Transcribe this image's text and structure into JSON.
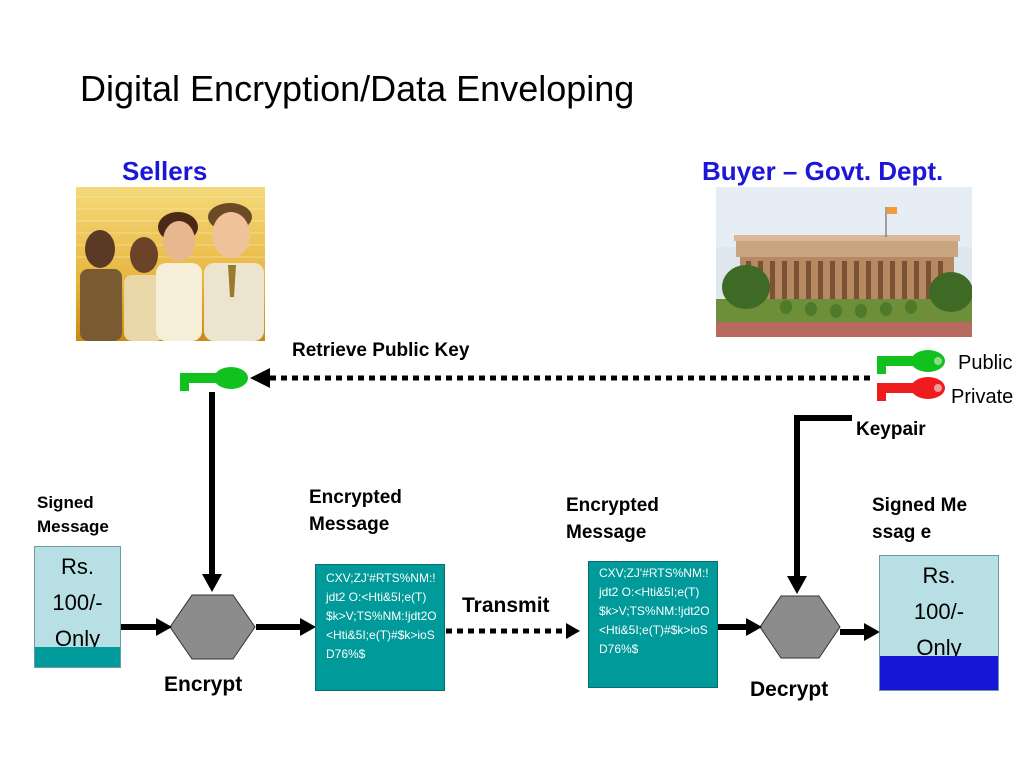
{
  "title": "Digital Encryption/Data Enveloping",
  "sellers_label": "Sellers",
  "buyer_label": "Buyer – Govt. Dept.",
  "retrieve_label": "Retrieve Public Key",
  "keypair": {
    "public_label": "Public",
    "private_label": "Private",
    "keypair_label": "Keypair",
    "public_color": "#11c11d",
    "private_color": "#ee1c1c"
  },
  "left_message": {
    "label": "Signed Message",
    "line1": "Rs.",
    "line2": "100/-",
    "line3": "Only"
  },
  "right_message": {
    "label": "Signed Messag e",
    "line1": "Rs.",
    "line2": "100/-",
    "line3": "Only"
  },
  "encrypted_label_1": "Encrypted Message",
  "encrypted_label_2": "Encrypted Message",
  "cipher_text": "CXV;ZJ'#RTS%NM:!jdt2 O:<Hti&5I;e(T)$k>V;TS%NM:!jdt2O<Hti&5I;e(T)#$k>ioSD76%$",
  "encrypt_label": "Encrypt",
  "decrypt_label": "Decrypt",
  "transmit_label": "Transmit",
  "colors": {
    "title_blue": "#1c16d6",
    "teal": "#009a9a",
    "light_blue": "#b7dfe4",
    "hexagon": "#8c8c8c",
    "deep_blue": "#1616d6"
  }
}
